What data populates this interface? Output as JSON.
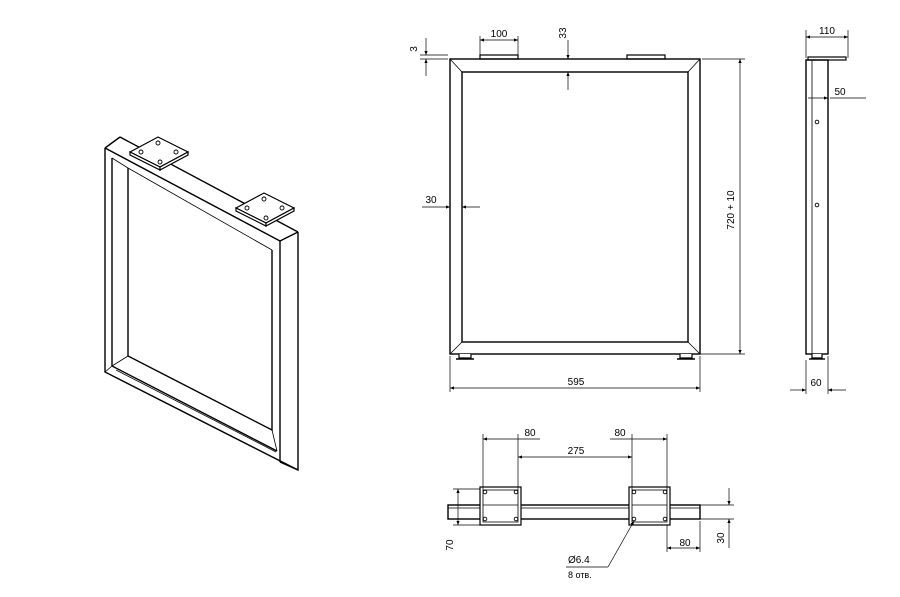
{
  "dimensions": {
    "plate_offset": "3",
    "plate_width": "100",
    "plate_thickness": "33",
    "wall_thickness": "30",
    "height": "720 + 10",
    "width": "595",
    "depth": "110",
    "side_inner": "50",
    "side_bottom": "60",
    "plan_left_plate": "80",
    "plan_spacing": "275",
    "plan_right_plate": "80",
    "plan_depth": "70",
    "plan_bar": "30",
    "plan_offset": "80",
    "hole_diameter": "Ø6.4",
    "hole_count": "8 отв."
  },
  "colors": {
    "line": "#000000",
    "background": "#ffffff"
  }
}
